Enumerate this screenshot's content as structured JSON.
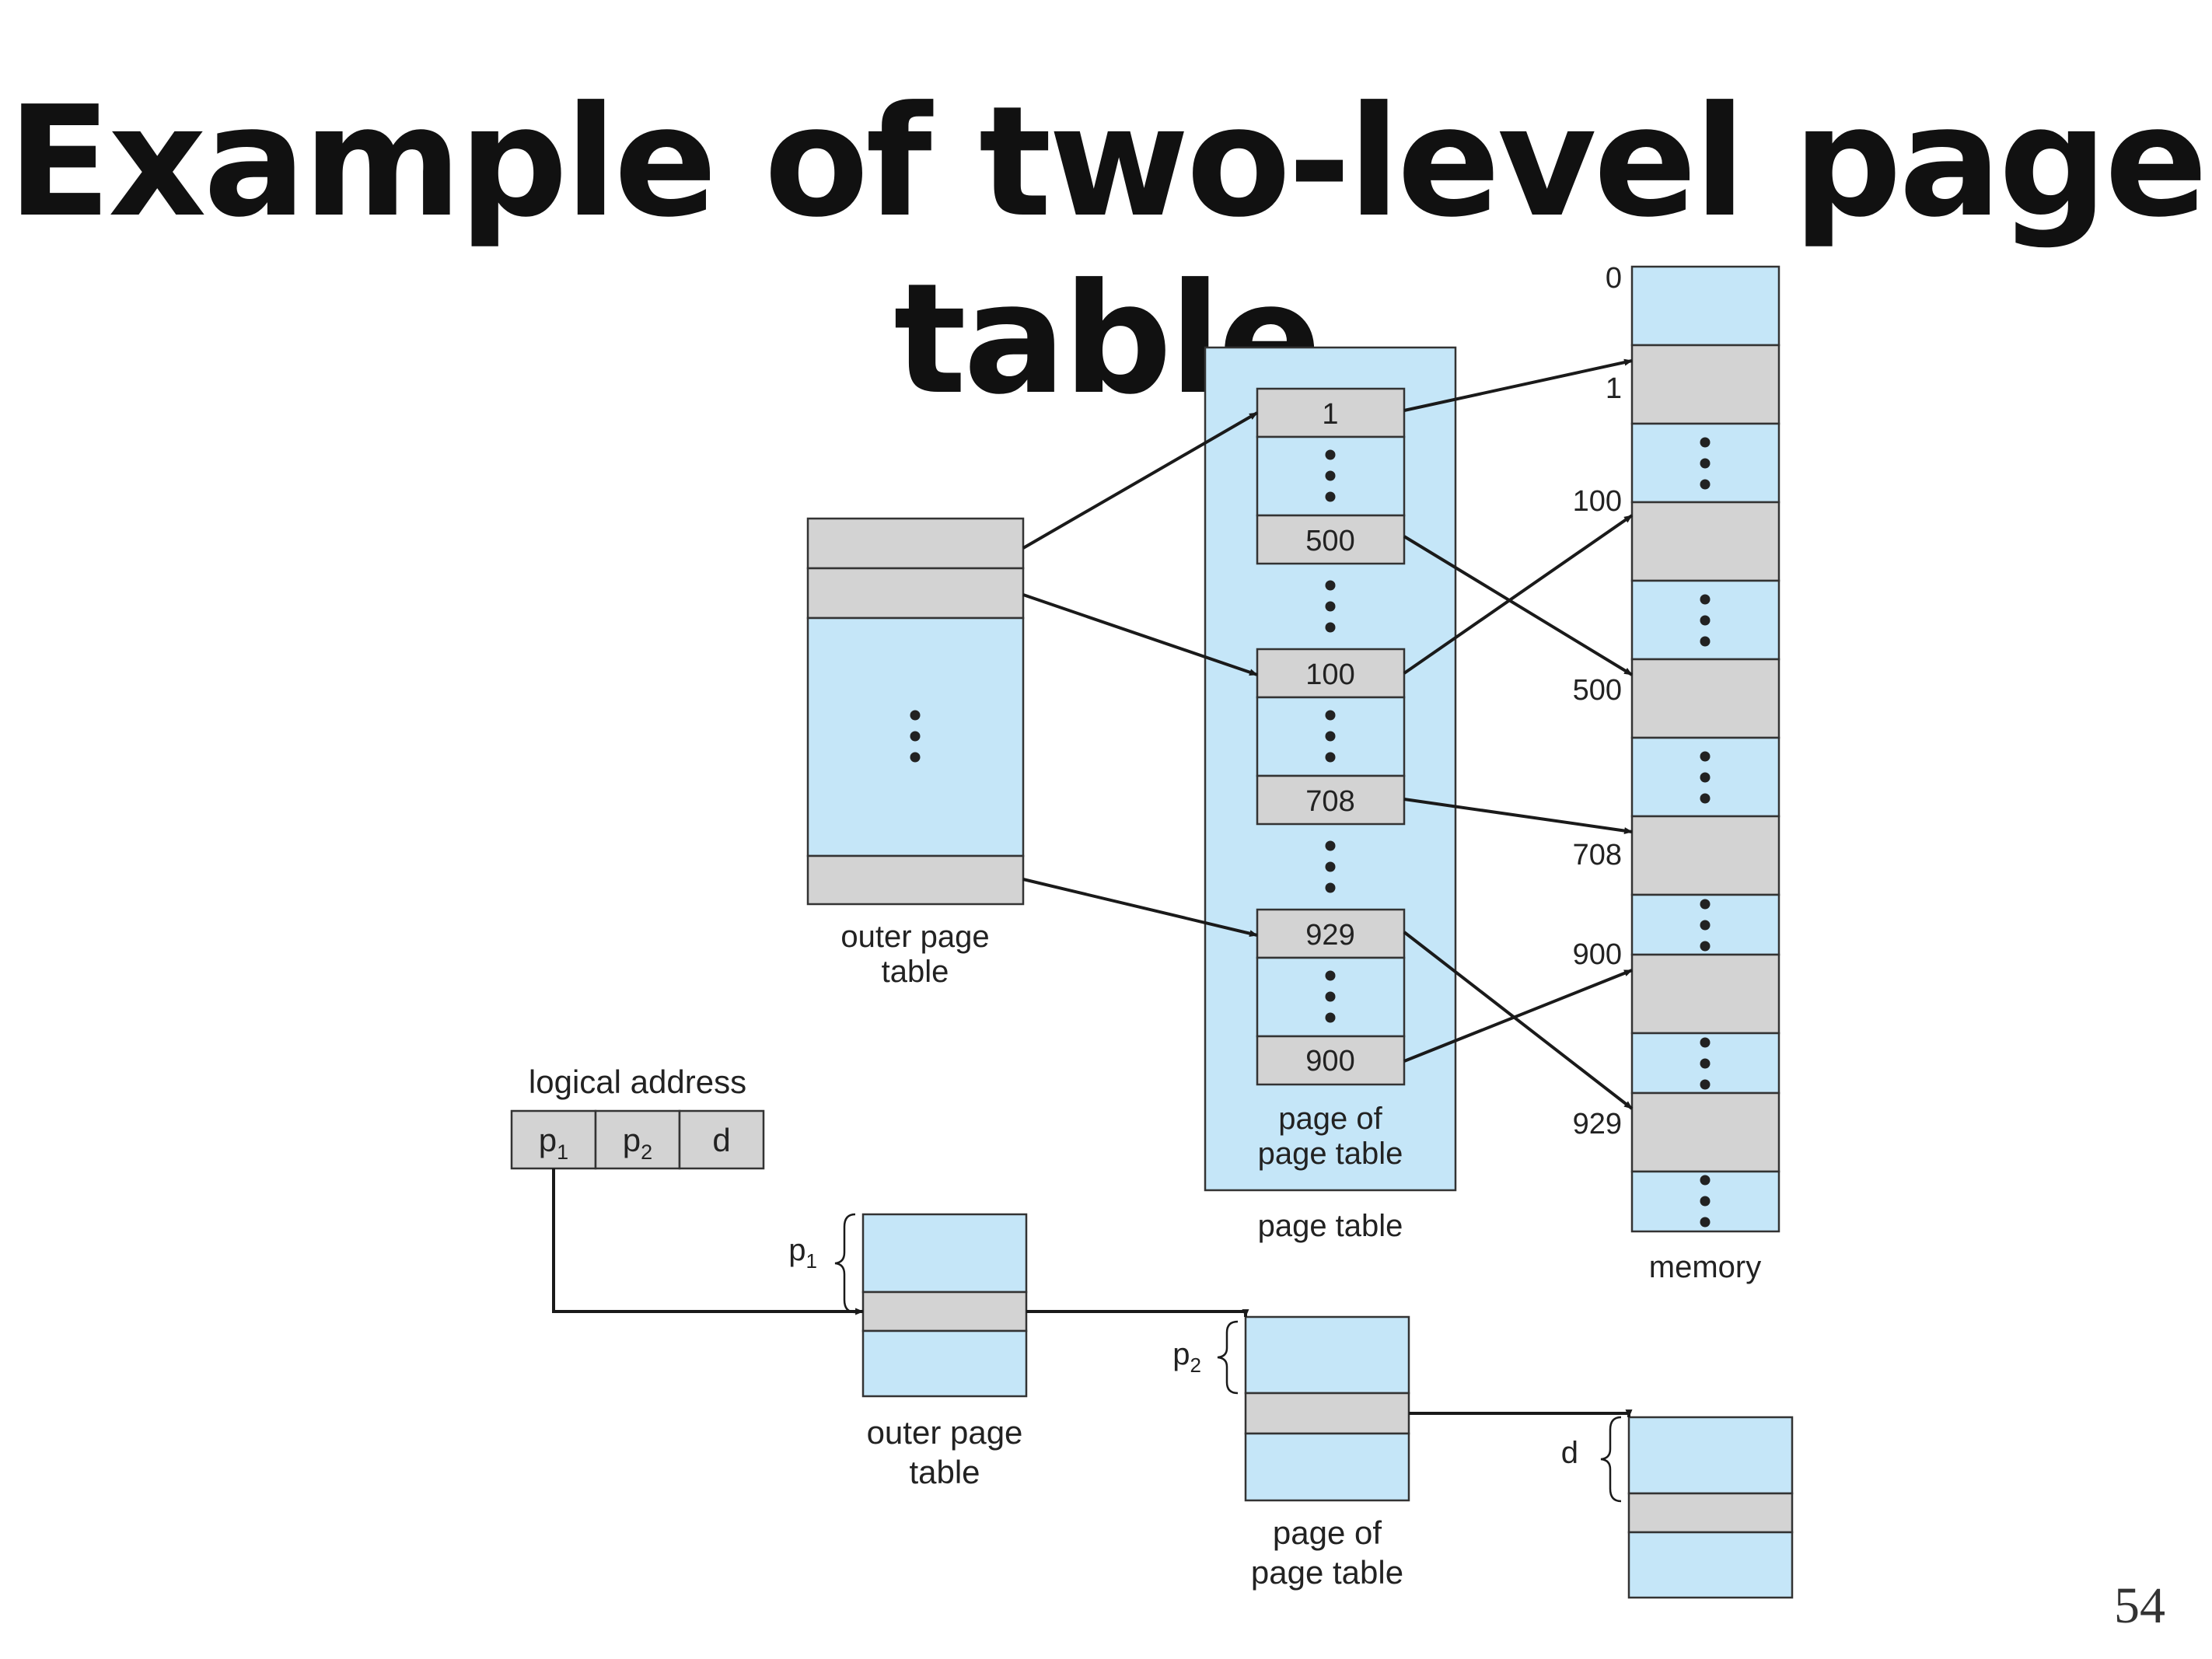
{
  "title": "Example of two-level page table",
  "page_number": "54",
  "colors": {
    "blue": "#c5e6f8",
    "gray": "#d3d3d3",
    "stroke": "#333333"
  },
  "top": {
    "outer_page_table_label": [
      "outer page",
      "table"
    ],
    "page_of_page_table_label": [
      "page of",
      "page table"
    ],
    "page_table_label": "page table",
    "memory_label": "memory",
    "entries": [
      "1",
      "500",
      "100",
      "708",
      "929",
      "900"
    ],
    "memory_addresses": [
      "0",
      "1",
      "100",
      "500",
      "708",
      "900",
      "929"
    ]
  },
  "bottom": {
    "logical_address_label": "logical address",
    "fields": [
      {
        "base": "p",
        "sub": "1"
      },
      {
        "base": "p",
        "sub": "2"
      },
      {
        "base": "d",
        "sub": ""
      }
    ],
    "outer_page_table_label": [
      "outer page",
      "table"
    ],
    "page_of_page_table_label": [
      "page of",
      "page table"
    ],
    "brace_labels": [
      {
        "base": "p",
        "sub": "1"
      },
      {
        "base": "p",
        "sub": "2"
      },
      {
        "base": "d",
        "sub": ""
      }
    ]
  }
}
